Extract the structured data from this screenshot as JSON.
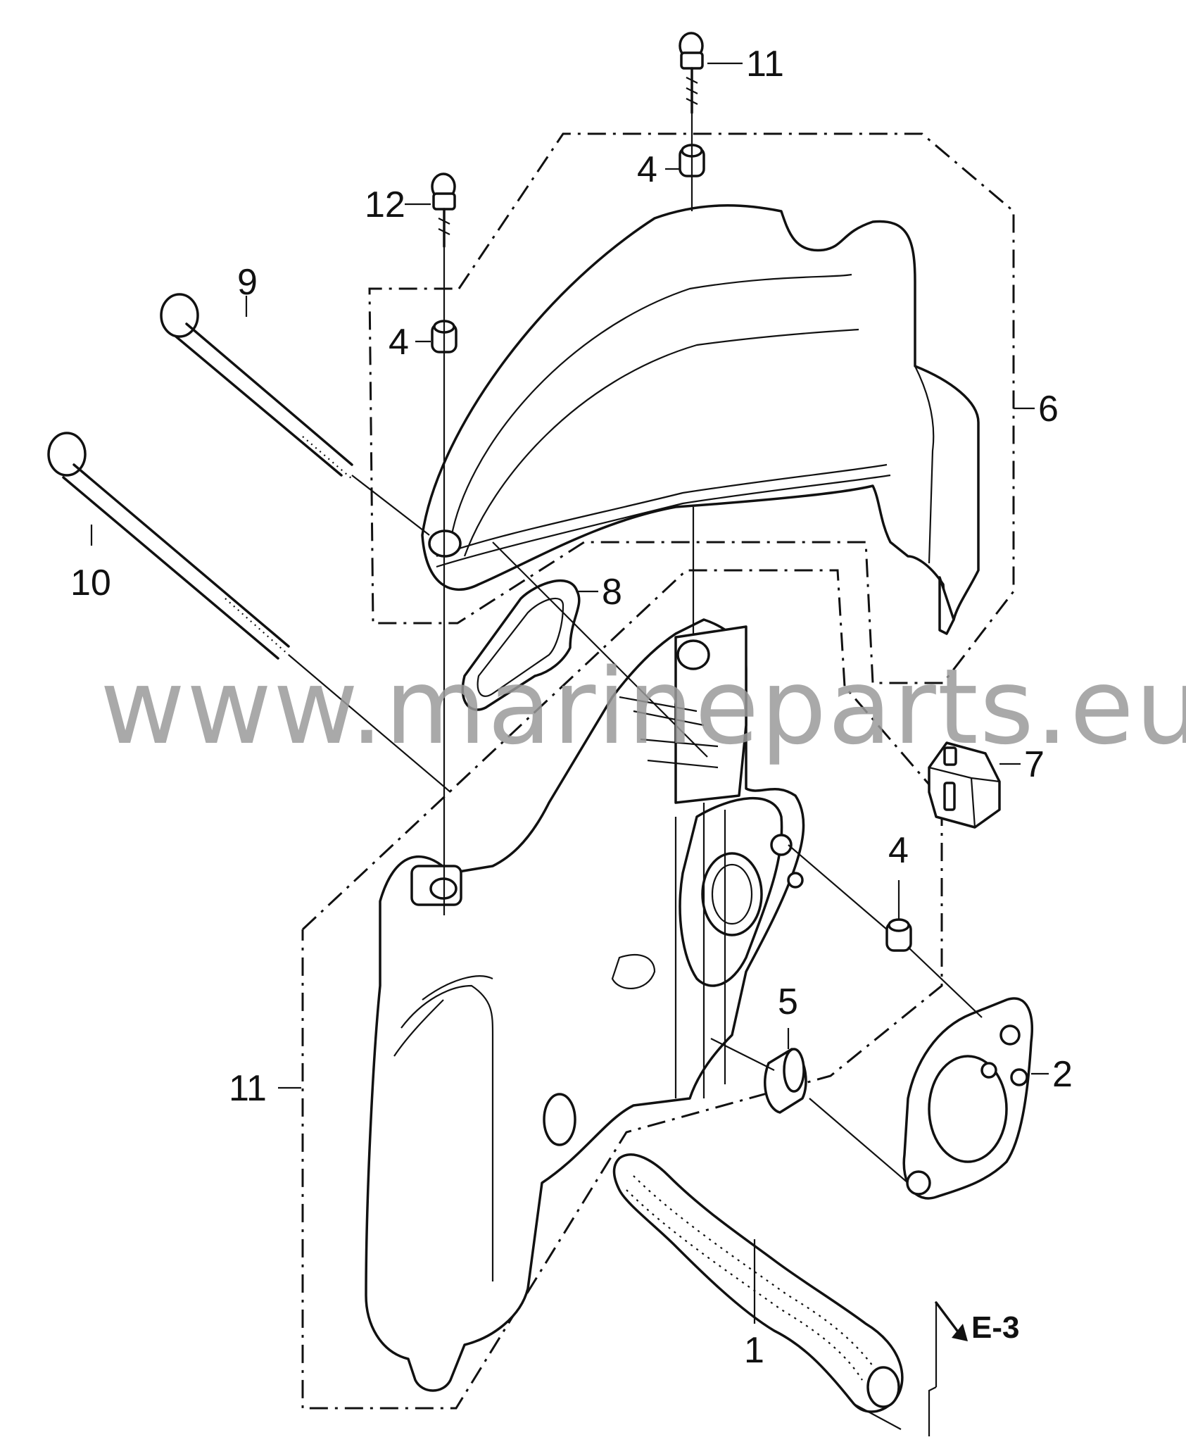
{
  "callouts": [
    {
      "id": "c1",
      "text": "1"
    },
    {
      "id": "c2",
      "text": "2"
    },
    {
      "id": "c4a",
      "text": "4"
    },
    {
      "id": "c4b",
      "text": "4"
    },
    {
      "id": "c4c",
      "text": "4"
    },
    {
      "id": "c5",
      "text": "5"
    },
    {
      "id": "c6",
      "text": "6"
    },
    {
      "id": "c7",
      "text": "7"
    },
    {
      "id": "c8",
      "text": "8"
    },
    {
      "id": "c9",
      "text": "9"
    },
    {
      "id": "c10",
      "text": "10"
    },
    {
      "id": "c11a",
      "text": "11"
    },
    {
      "id": "c11b",
      "text": "11"
    },
    {
      "id": "c12",
      "text": "12"
    }
  ],
  "reference": "E-3",
  "watermark": "www.marineparts.eu"
}
